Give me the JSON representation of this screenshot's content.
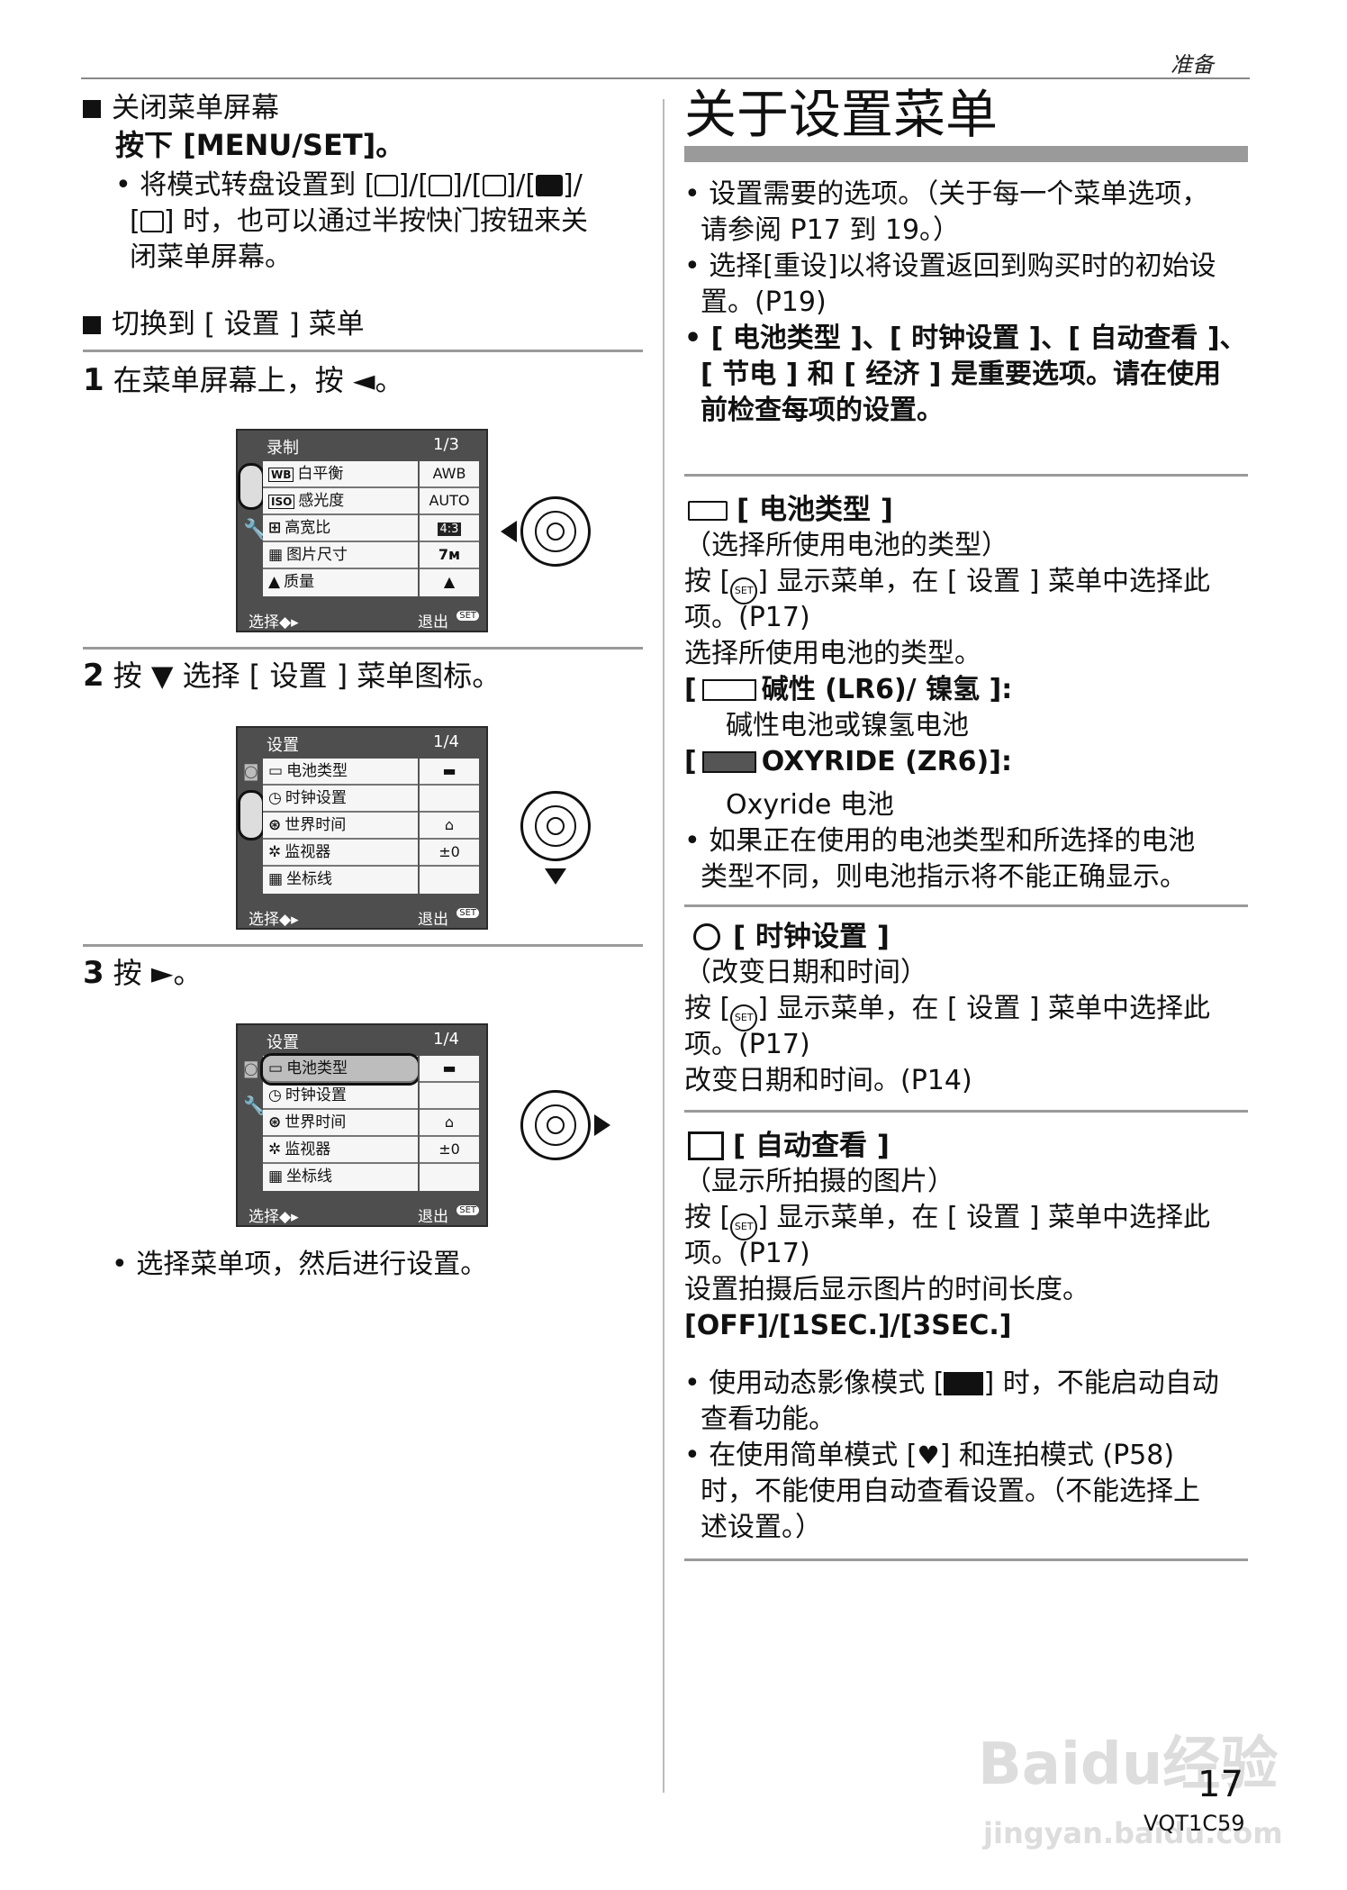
{
  "header": {
    "section": "准备"
  },
  "left": {
    "close_menu": {
      "heading": "关闭菜单屏幕",
      "press": "按下 [MENU/SET]。",
      "note": "• 将模式转盘设置到 [  ]/[  ]/[  ]/[  ]/ [  ] 时，也可以通过半按快门按钮来关闭菜单屏幕。",
      "note_l1": "• 将模式转盘设置到 [",
      "note_l1b": "]/[",
      "note_l1c": "]/",
      "note_l2": "] 时，也可以通过半按快门按钮来关",
      "note_l3": "闭菜单屏幕。"
    },
    "switch_setup": {
      "heading": "切换到 [ 设置 ] 菜单"
    },
    "steps": [
      {
        "num": "1",
        "text": "在菜单屏幕上，按 ◄。"
      },
      {
        "num": "2",
        "text": "按 ▼ 选择 [ 设置 ] 菜单图标。"
      },
      {
        "num": "3",
        "text": "按 ►。"
      }
    ],
    "final_note": "• 选择菜单项，然后进行设置。"
  },
  "screens": [
    {
      "title": "录制",
      "page": "1/3",
      "rows": [
        {
          "badge": "WB",
          "label": "白平衡",
          "value": "AWB"
        },
        {
          "badge": "ISO",
          "label": "感光度",
          "value": "AUTO"
        },
        {
          "badge": "⊞",
          "label": "高宽比",
          "value": "4:3"
        },
        {
          "badge": "▦",
          "label": "图片尺寸",
          "value": "7м"
        },
        {
          "badge": "▲",
          "label": "质量",
          "value": "▲"
        }
      ],
      "footer_left": "选择◆▸",
      "footer_right": "退出"
    },
    {
      "title": "设置",
      "page": "1/4",
      "rows": [
        {
          "badge": "▭",
          "label": "电池类型",
          "value": "▬"
        },
        {
          "badge": "◷",
          "label": "时钟设置",
          "value": ""
        },
        {
          "badge": "⊛",
          "label": "世界时间",
          "value": "⌂"
        },
        {
          "badge": "✲",
          "label": "监视器",
          "value": "±0"
        },
        {
          "badge": "▦",
          "label": "坐标线",
          "value": ""
        }
      ],
      "footer_left": "选择◆▸",
      "footer_right": "退出"
    },
    {
      "title": "设置",
      "page": "1/4",
      "rows": [
        {
          "badge": "▭",
          "label": "电池类型",
          "value": "▬"
        },
        {
          "badge": "◷",
          "label": "时钟设置",
          "value": ""
        },
        {
          "badge": "⊛",
          "label": "世界时间",
          "value": "⌂"
        },
        {
          "badge": "✲",
          "label": "监视器",
          "value": "±0"
        },
        {
          "badge": "▦",
          "label": "坐标线",
          "value": ""
        }
      ],
      "footer_left": "选择◆▸",
      "footer_right": "退出"
    }
  ],
  "menu_label": "MENU",
  "set_label": "SET",
  "right": {
    "title": "关于设置菜单",
    "intro": [
      "• 设置需要的选项。（关于每一个菜单选项，",
      "请参阅 P17 到 19。）",
      "• 选择[重设]以将设置返回到购买时的初始设",
      "置。(P19)",
      "• [ 电池类型 ]、[ 时钟设置 ]、[ 自动查看 ]、",
      "[ 节电 ] 和 [ 经济 ] 是重要选项。请在使用",
      "前检查每项的设置。"
    ],
    "battery": {
      "title": "[ 电池类型 ]",
      "subtitle": "（选择所使用电池的类型）",
      "press_a": "按 [",
      "press_b": "] 显示菜单，在 [ 设置 ] 菜单中选择此",
      "press_c": "项。(P17)",
      "desc": "选择所使用电池的类型。",
      "opt1": "碱性 (LR6)/ 镍氢 ]:",
      "opt1_desc": "碱性电池或镍氢电池",
      "opt2": "OXYRIDE (ZR6)]:",
      "opt2_desc": "Oxyride 电池",
      "note_l1": "• 如果正在使用的电池类型和所选择的电池",
      "note_l2": "类型不同，则电池指示将不能正确显示。"
    },
    "clock": {
      "title": "[ 时钟设置 ]",
      "subtitle": "（改变日期和时间）",
      "press_a": "按 [",
      "press_b": "] 显示菜单，在 [ 设置 ] 菜单中选择此",
      "press_c": "项。(P17)",
      "desc": "改变日期和时间。(P14)"
    },
    "review": {
      "title": "[ 自动查看 ]",
      "subtitle": "（显示所拍摄的图片）",
      "press_a": "按 [",
      "press_b": "] 显示菜单，在 [ 设置 ] 菜单中选择此",
      "press_c": "项。(P17)",
      "desc": "设置拍摄后显示图片的时间长度。",
      "options": "[OFF]/[1SEC.]/[3SEC.]",
      "n1_l1a": "• 使用动态影像模式 [",
      "n1_l1b": "] 时，不能启动自动",
      "n1_l2": "查看功能。",
      "n2_l1a": "• 在使用简单模式 [",
      "n2_l1b": "] 和连拍模式 (P58)",
      "n2_l2": "时，不能使用自动查看设置。（不能选择上",
      "n2_l3": "述设置。）"
    }
  },
  "footer": {
    "page_number": "17",
    "code": "VQT1C59"
  },
  "watermark": {
    "brand": "Baidu经验",
    "url": "jingyan.baidu.com"
  }
}
